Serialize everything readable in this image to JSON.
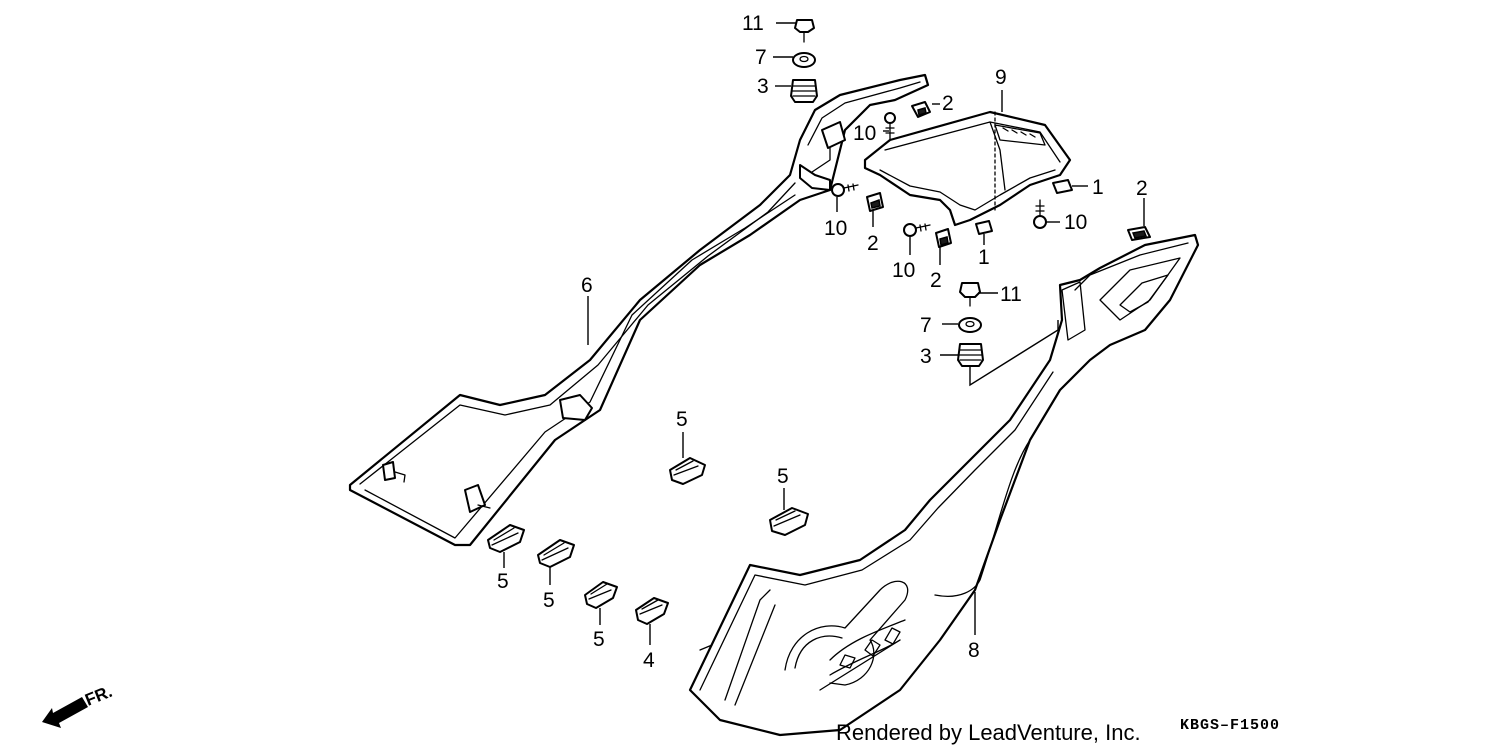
{
  "callouts": [
    {
      "id": "c11a",
      "label": "11"
    },
    {
      "id": "c7a",
      "label": "7"
    },
    {
      "id": "c3a",
      "label": "3"
    },
    {
      "id": "c9",
      "label": "9"
    },
    {
      "id": "c2a",
      "label": "2"
    },
    {
      "id": "c10a",
      "label": "10"
    },
    {
      "id": "c1a",
      "label": "1"
    },
    {
      "id": "c2b",
      "label": "2"
    },
    {
      "id": "c10b",
      "label": "10"
    },
    {
      "id": "c2c",
      "label": "2"
    },
    {
      "id": "c10c",
      "label": "10"
    },
    {
      "id": "c2d",
      "label": "2"
    },
    {
      "id": "c1b",
      "label": "1"
    },
    {
      "id": "c10d",
      "label": "10"
    },
    {
      "id": "c11b",
      "label": "11"
    },
    {
      "id": "c7b",
      "label": "7"
    },
    {
      "id": "c3b",
      "label": "3"
    },
    {
      "id": "c6",
      "label": "6"
    },
    {
      "id": "c5a",
      "label": "5"
    },
    {
      "id": "c5b",
      "label": "5"
    },
    {
      "id": "c5c",
      "label": "5"
    },
    {
      "id": "c5d",
      "label": "5"
    },
    {
      "id": "c5e",
      "label": "5"
    },
    {
      "id": "c4",
      "label": "4"
    },
    {
      "id": "c8",
      "label": "8"
    }
  ],
  "direction_label": "FR.",
  "credit": "Rendered by LeadVenture, Inc.",
  "diagram_code": "KBGS–F1500",
  "colors": {
    "ink": "#000000",
    "paper": "#ffffff"
  }
}
